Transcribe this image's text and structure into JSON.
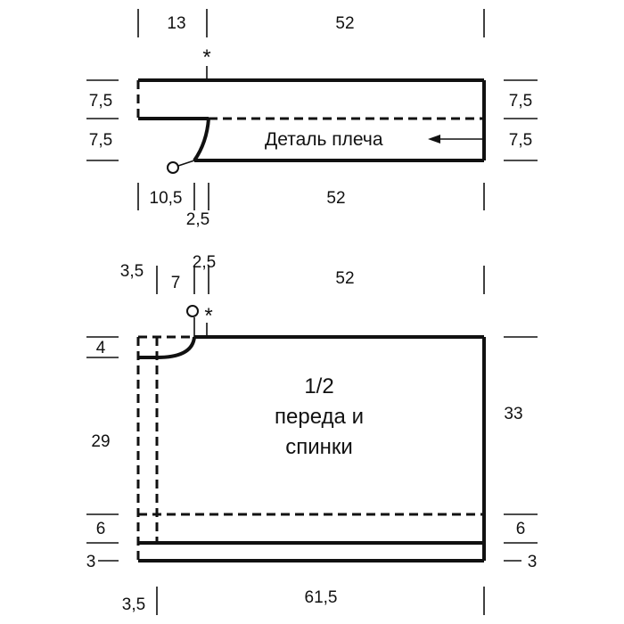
{
  "shoulder_piece": {
    "label": "Деталь плеча",
    "top_dims": {
      "left": "13",
      "right": "52"
    },
    "left_dims": {
      "upper": "7,5",
      "lower": "7,5"
    },
    "right_dims": {
      "upper": "7,5",
      "lower": "7,5"
    },
    "bottom_dims": {
      "left": "10,5",
      "small": "2,5",
      "right": "52"
    },
    "marker_star": "*"
  },
  "body_piece": {
    "title_line1": "1/2",
    "title_line2": "переда и",
    "title_line3": "спинки",
    "top_dims": {
      "a": "3,5",
      "b": "7",
      "c": "2,5",
      "d": "52"
    },
    "marker_star": "*",
    "left_dims": {
      "top": "4",
      "middle": "29",
      "lower": "6",
      "bottom": "3"
    },
    "right_dims": {
      "height": "33",
      "lower": "6",
      "bottom": "3"
    },
    "bottom_dims": {
      "left": "3,5",
      "right": "61,5"
    }
  }
}
